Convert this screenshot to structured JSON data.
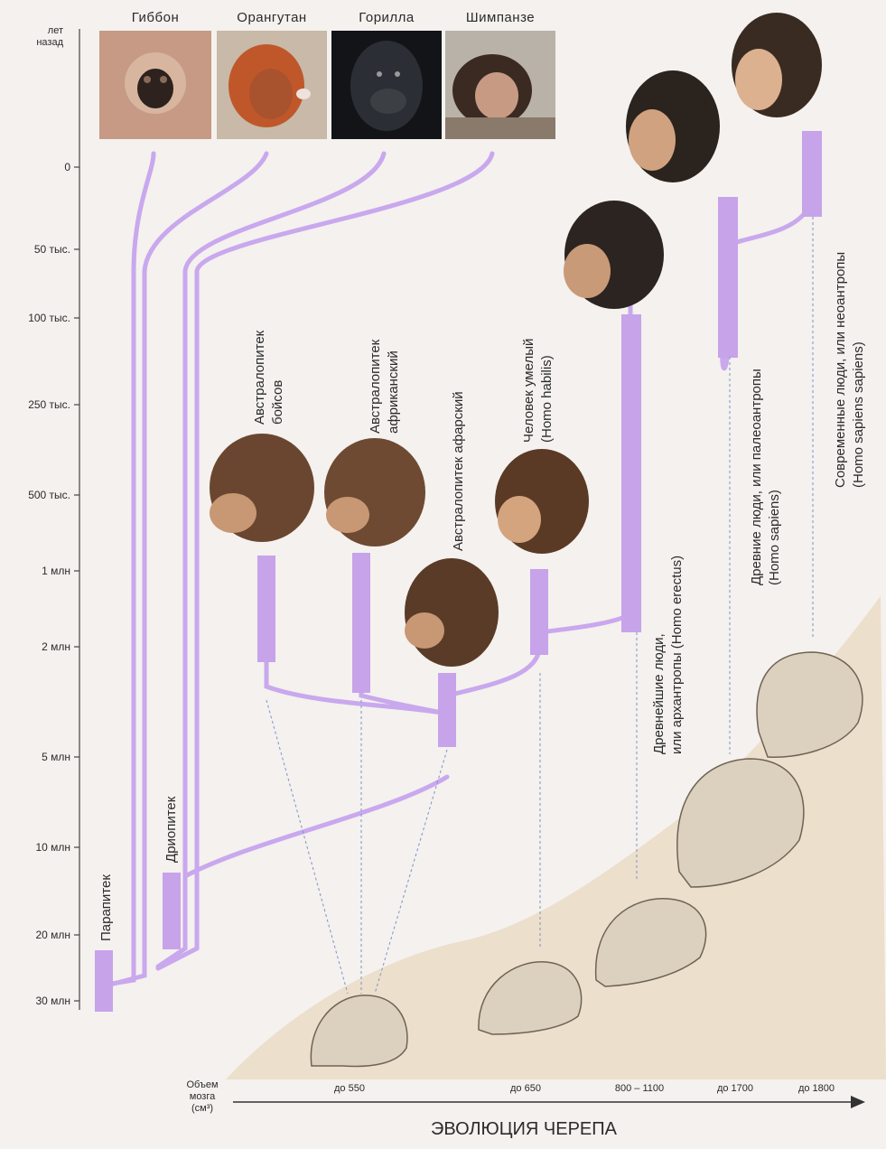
{
  "axis": {
    "header": [
      "лет",
      "назад"
    ],
    "ticks": [
      "0",
      "50 тыс.",
      "100 тыс.",
      "250 тыс.",
      "500 тыс.",
      "1 млн",
      "2 млн",
      "5 млн",
      "10 млн",
      "20 млн",
      "30 млн"
    ]
  },
  "apes": [
    "Гиббон",
    "Орангутан",
    "Горилла",
    "Шимпанзе"
  ],
  "species": {
    "parapitek": "Парапитек",
    "driopitek": "Дриопитек",
    "boisei": [
      "Австралопитек",
      "бойсов"
    ],
    "africanus": [
      "Австралопитек",
      "африканский"
    ],
    "afarensis": "Австралопитек афарский",
    "habilis": [
      "Человек умелый",
      "(Homo habilis)"
    ],
    "erectus": [
      "Древнейшие люди,",
      "или архантропы (Homo erectus)"
    ],
    "paleo": [
      "Древние люди, или палеоантропы",
      "(Homo sapiens)"
    ],
    "neo": [
      "Современные люди, или неоантропы",
      "(Homo sapiens sapiens)"
    ]
  },
  "brain_volume": {
    "label": [
      "Объем",
      "мозга",
      "(см³)"
    ],
    "values": [
      "до 550",
      "до 650",
      "800 – 1100",
      "до 1700",
      "до 1800"
    ]
  },
  "footer": "ЭВОЛЮЦИЯ ЧЕРЕПА",
  "colors": {
    "branch": "#c9a8ee",
    "bar": "#c7a3ea",
    "ground": "#ecdfcb",
    "fur": "#5b3a22",
    "skin": "#d9a57a",
    "bone": "#dcd0bf"
  }
}
